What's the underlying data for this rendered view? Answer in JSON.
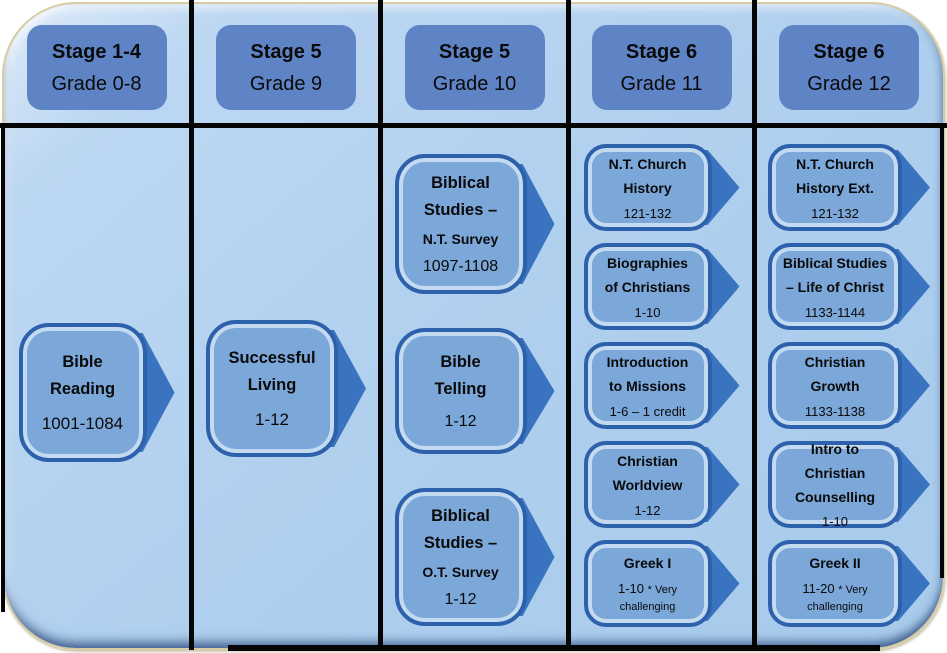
{
  "colors": {
    "container_fill": "#AFCFEE",
    "header_fill": "#5F84C6",
    "box_fill": "#7BA7D9",
    "box_border": "#2E61AC",
    "box_highlight": "#C3DAF1",
    "arrow_fill": "#3A74C0",
    "grid_line": "#050505",
    "edge_tan": "#D8CDA2",
    "text": "#0a0a0a"
  },
  "columns": [
    {
      "header": {
        "stage": "Stage 1-4",
        "grade": "Grade 0-8"
      },
      "courses": [
        {
          "title_lines": [
            "Bible",
            "Reading"
          ],
          "code": "1001-1084"
        }
      ]
    },
    {
      "header": {
        "stage": "Stage 5",
        "grade": "Grade 9"
      },
      "courses": [
        {
          "title_lines": [
            "Successful",
            "Living"
          ],
          "code": "1-12"
        }
      ]
    },
    {
      "header": {
        "stage": "Stage 5",
        "grade": "Grade 10"
      },
      "courses": [
        {
          "title_lines": [
            "Biblical",
            "Studies –"
          ],
          "subtitle": "N.T. Survey",
          "code": "1097-1108"
        },
        {
          "title_lines": [
            "Bible",
            "Telling"
          ],
          "code": "1-12"
        },
        {
          "title_lines": [
            "Biblical",
            "Studies –"
          ],
          "subtitle": "O.T. Survey",
          "code": "1-12"
        }
      ]
    },
    {
      "header": {
        "stage": "Stage 6",
        "grade": "Grade 11"
      },
      "courses": [
        {
          "title_lines": [
            "N.T. Church",
            "History"
          ],
          "code": "121-132"
        },
        {
          "title_lines": [
            "Biographies",
            "of Christians"
          ],
          "code": "1-10"
        },
        {
          "title_lines": [
            "Introduction",
            "to Missions"
          ],
          "code": "1-6 – 1 credit"
        },
        {
          "title_lines": [
            "Christian",
            "Worldview"
          ],
          "code": "1-12"
        },
        {
          "title_lines": [
            "Greek I"
          ],
          "code": "1-10",
          "note": "* Very challenging"
        }
      ]
    },
    {
      "header": {
        "stage": "Stage 6",
        "grade": "Grade 12"
      },
      "courses": [
        {
          "title_lines": [
            "N.T. Church",
            "History Ext."
          ],
          "code": "121-132"
        },
        {
          "title_lines": [
            "Biblical Studies",
            "– Life of Christ"
          ],
          "code": "1133-1144"
        },
        {
          "title_lines": [
            "Christian",
            "Growth"
          ],
          "code": "1133-1138"
        },
        {
          "title_lines": [
            "Intro to Christian",
            "Counselling"
          ],
          "code": "1-10"
        },
        {
          "title_lines": [
            "Greek II"
          ],
          "code": "11-20",
          "note": "* Very challenging"
        }
      ]
    }
  ]
}
